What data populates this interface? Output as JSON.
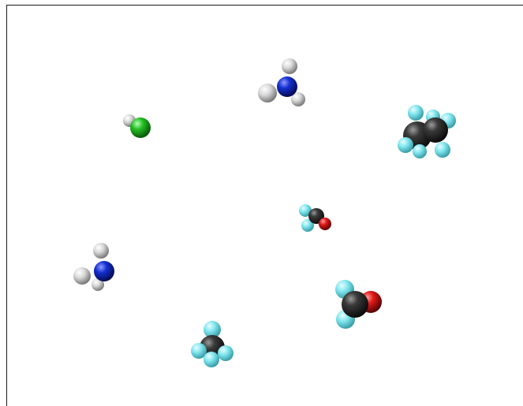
{
  "scene": {
    "background": "#ffffff",
    "frame_color": "#1a1a1a",
    "atom_colors": {
      "carbon": "#2a2a2a",
      "hydrogen_light": "#e2e2e2",
      "hydrogen_cyan": "#7fe6ec",
      "nitrogen": "#1428c8",
      "oxygen": "#e01818",
      "chlorine": "#2bc42b"
    },
    "molecules": [
      {
        "id": "hcl",
        "atoms": [
          "chlorine",
          "hydrogen_light"
        ]
      },
      {
        "id": "nh3-top",
        "atoms": [
          "nitrogen",
          "hydrogen_light",
          "hydrogen_light",
          "hydrogen_light"
        ]
      },
      {
        "id": "ethane",
        "atoms": [
          "carbon",
          "carbon",
          "hydrogen_cyan",
          "hydrogen_cyan",
          "hydrogen_cyan",
          "hydrogen_cyan",
          "hydrogen_cyan",
          "hydrogen_cyan"
        ]
      },
      {
        "id": "formaldehyde-small",
        "atoms": [
          "carbon",
          "oxygen",
          "hydrogen_cyan",
          "hydrogen_cyan"
        ]
      },
      {
        "id": "nh3-left",
        "atoms": [
          "nitrogen",
          "hydrogen_light",
          "hydrogen_light",
          "hydrogen_light"
        ]
      },
      {
        "id": "formaldehyde-large",
        "atoms": [
          "carbon",
          "oxygen",
          "hydrogen_cyan",
          "hydrogen_cyan"
        ]
      },
      {
        "id": "methane",
        "atoms": [
          "carbon",
          "hydrogen_cyan",
          "hydrogen_cyan",
          "hydrogen_cyan",
          "hydrogen_cyan"
        ]
      }
    ]
  }
}
